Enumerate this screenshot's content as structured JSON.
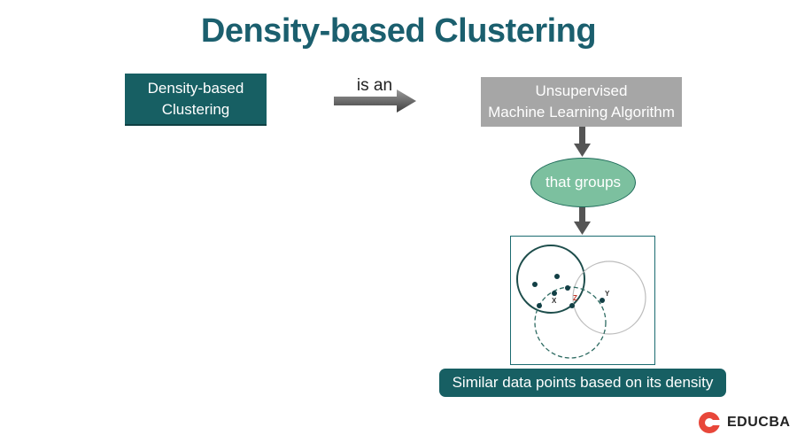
{
  "title": "Density-based Clustering",
  "left_box": {
    "line1": "Density-based",
    "line2": "Clustering"
  },
  "arrow_label": "is an",
  "top_box": {
    "line1": "Unsupervised",
    "line2": "Machine Learning Algorithm"
  },
  "ellipse_label": "that groups",
  "plot": {
    "labels": {
      "x": "X",
      "y": "Y",
      "z": "Z"
    }
  },
  "caption": "Similar data points based on its density",
  "logo": {
    "text": "EDUCBA",
    "icon": "educba-logo-icon",
    "color": "#e8473a"
  },
  "colors": {
    "teal": "#175f63",
    "gray_box": "#a6a6a6",
    "ellipse_fill": "#7cc09f",
    "arrow": "#555555"
  }
}
